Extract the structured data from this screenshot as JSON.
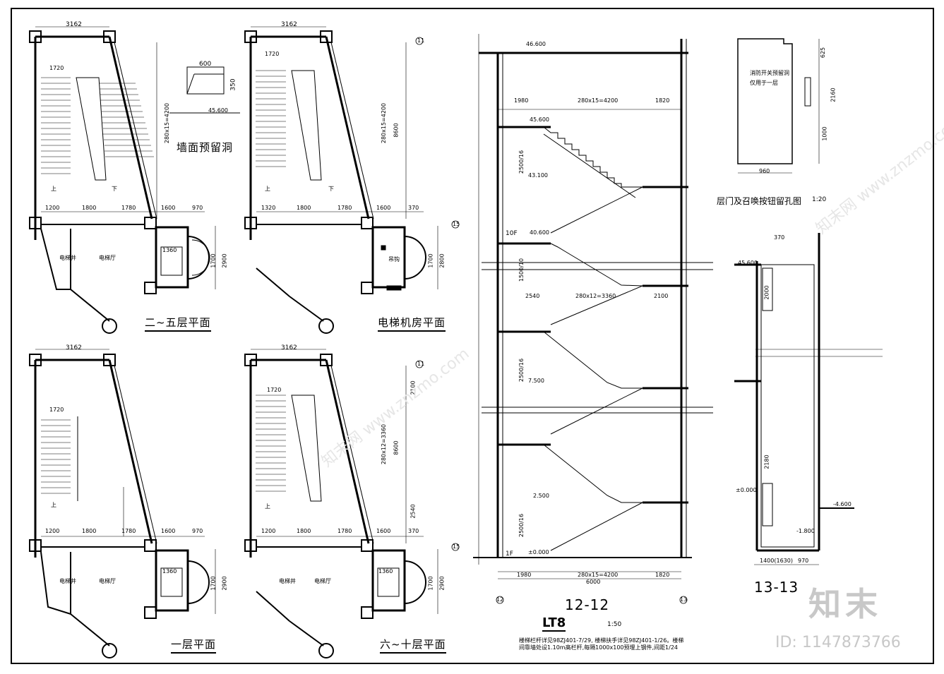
{
  "sheet": {
    "border_color": "#000000",
    "plan_titles": {
      "floors_2_5": "二~五层平面",
      "machine_room": "电梯机房平面",
      "floor_1": "一层平面",
      "floors_6_10": "六~十层平面",
      "wall_opening": "墙面预留洞",
      "door_opening": "层门及召唤按钮留孔图",
      "door_opening_scale": "1:20"
    },
    "sections": {
      "s12": "12-12",
      "s13": "13-13",
      "lt8": "LT8",
      "lt8_scale": "1:50"
    },
    "dimensions": {
      "d3162": "3162",
      "d1720": "1720",
      "d1600": "1600",
      "d1200": "1200",
      "d1800": "1800",
      "d1780": "1780",
      "d970": "970",
      "d1320": "1320",
      "d1360": "1360",
      "d1700": "1700",
      "d2900": "2900",
      "d1980": "1980",
      "d1820": "1820",
      "d6000": "6000",
      "d2100": "2100",
      "d2540": "2540",
      "run1": "280x15=4200",
      "run2": "280x12=3360",
      "flight1": "2500/16",
      "flight2": "1500/10",
      "d600": "600",
      "d350": "350",
      "d960": "960",
      "d1000": "1000",
      "d2160": "2160",
      "d625": "625",
      "d370": "370",
      "d2000": "2000",
      "d2180": "2180",
      "d1400": "1400(1630)",
      "d2800": "2800",
      "d8600": "8600"
    },
    "levels": {
      "l1": "±0.000",
      "l2": "2.500",
      "l3": "7.500",
      "l4": "43.100",
      "l5": "45.600",
      "l6": "40.600",
      "l7": "46.600",
      "l8": "-1.800",
      "l9": "-4.600"
    },
    "floor_marks": {
      "f1": "1F",
      "f10": "10F"
    },
    "axis_marks": {
      "a11": "11",
      "a12": "12",
      "a13": "13",
      "a15": "15"
    },
    "room_labels": {
      "elevator_hall": "电梯厅",
      "elevator_shaft": "电梯井",
      "up": "上",
      "down": "下",
      "machine_hole": "吊钩"
    },
    "opening_notes": {
      "switch_box": "消防开关预留洞",
      "first_floor_only": "仅用于一层"
    },
    "notes": "楼梯栏杆详见98ZJ401-7/29, 楼梯扶手详见98ZJ401-1/26。楼梯间靠墙处设1.10m高栏杆,每隔1000x100预埋上钢件,间距1/24",
    "watermark": {
      "logo": "知末",
      "id": "ID: 1147873766",
      "diagonal": "知末网 www.znzmo.com"
    }
  }
}
